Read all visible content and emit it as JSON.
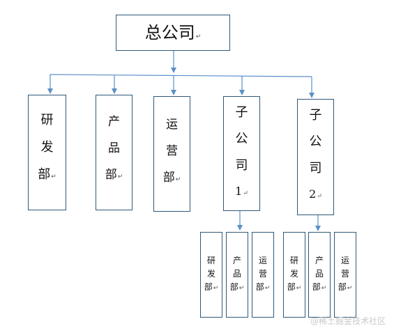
{
  "root": {
    "label": "总公司"
  },
  "departments": [
    {
      "id": "dept-research",
      "chars": [
        "研",
        "发",
        "部"
      ]
    },
    {
      "id": "dept-product",
      "chars": [
        "产",
        "品",
        "部"
      ]
    },
    {
      "id": "dept-operations",
      "chars": [
        "运",
        "营",
        "部"
      ]
    }
  ],
  "subsidiaries": [
    {
      "id": "subsidiary-1",
      "chars": [
        "子",
        "公",
        "司",
        "1"
      ],
      "children": [
        {
          "chars": [
            "研",
            "发",
            "部"
          ]
        },
        {
          "chars": [
            "产",
            "品",
            "部"
          ]
        },
        {
          "chars": [
            "运",
            "营",
            "部"
          ]
        }
      ]
    },
    {
      "id": "subsidiary-2",
      "chars": [
        "子",
        "公",
        "司",
        "2"
      ],
      "children": [
        {
          "chars": [
            "研",
            "发",
            "部"
          ]
        },
        {
          "chars": [
            "产",
            "品",
            "部"
          ]
        },
        {
          "chars": [
            "运",
            "营",
            "部"
          ]
        }
      ]
    }
  ],
  "return_mark": "↵",
  "watermark": "@稀土掘金技术社区",
  "colors": {
    "line": "#5b8fc7",
    "border": "#2e5777"
  }
}
